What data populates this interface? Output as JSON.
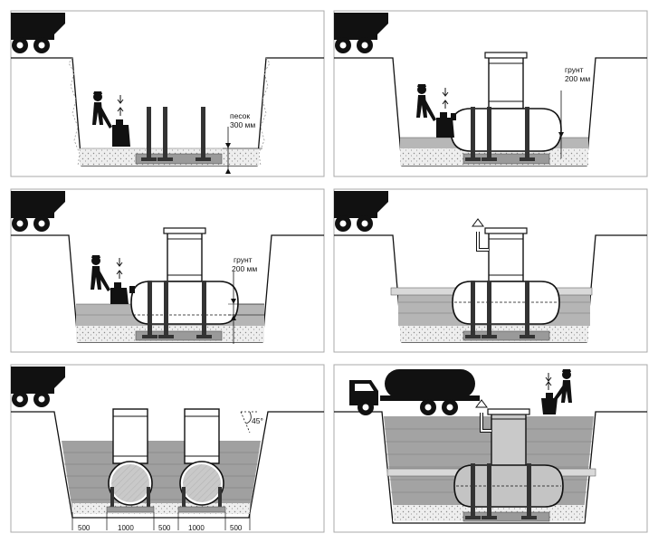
{
  "labels": {
    "sand": "песок",
    "sand_depth": "300 мм",
    "soil": "грунт",
    "soil_depth": "200 мм",
    "angle": "45°"
  },
  "dimensions": [
    "500",
    "1000",
    "500",
    "1000",
    "500"
  ],
  "colors": {
    "ink": "#111111",
    "sand": "#ececec",
    "soil_dark": "#8d8d8d",
    "soil_light": "#b9b9b9",
    "base_plate": "#9a9a9a"
  }
}
